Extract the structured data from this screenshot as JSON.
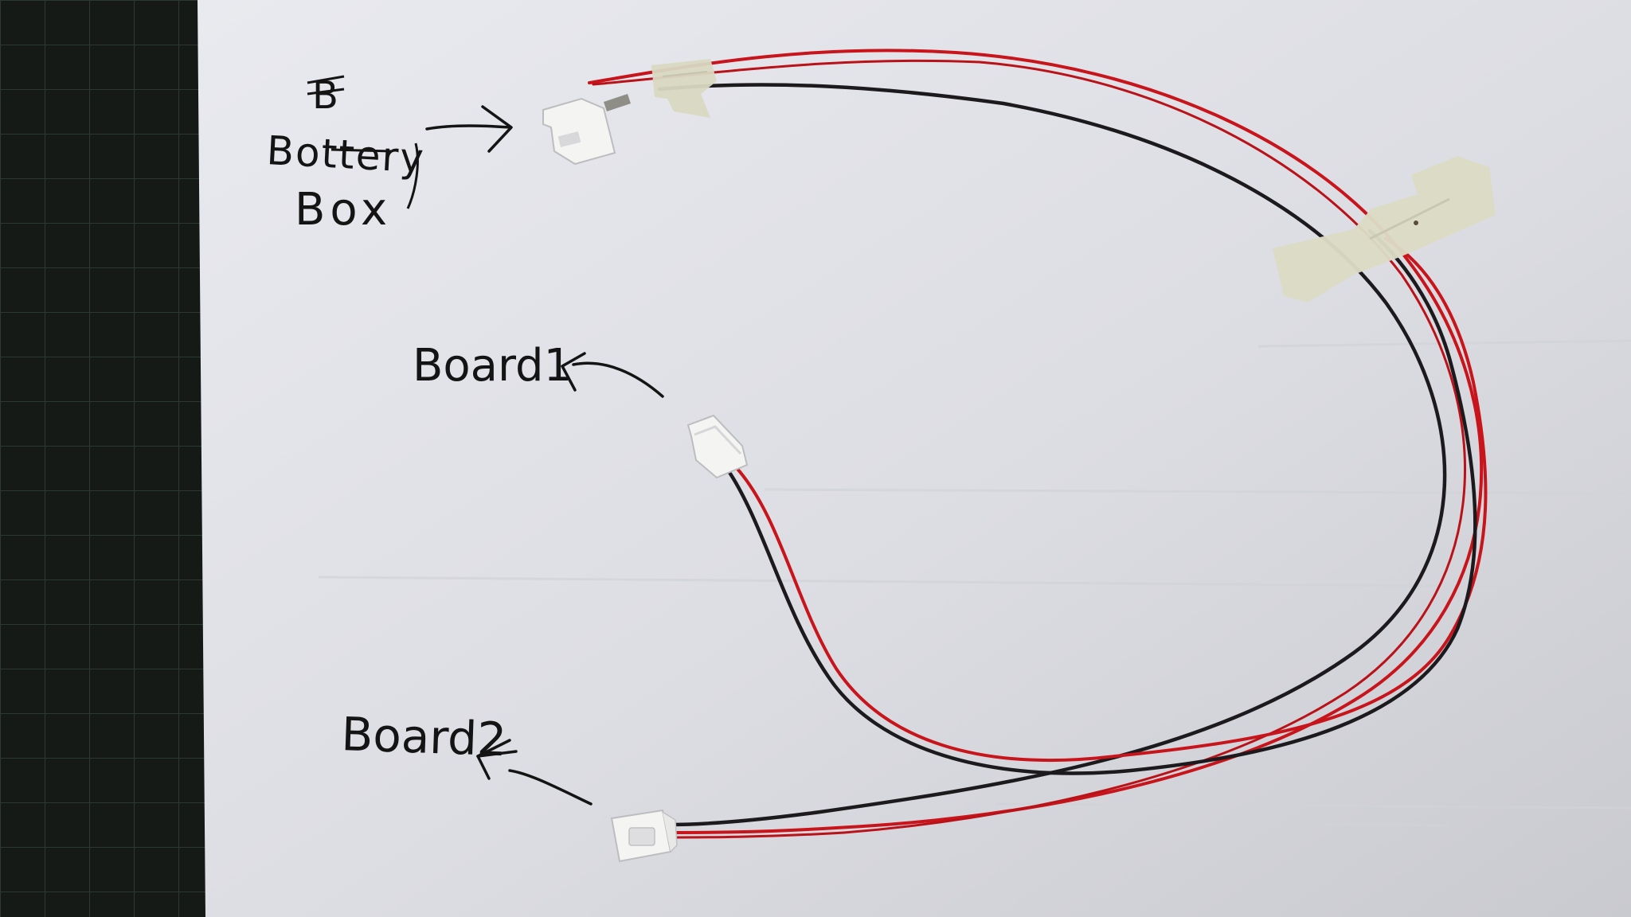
{
  "photo": {
    "labels": {
      "battery_top": "B",
      "battery_line1": "Bottery",
      "battery_line2": "Box",
      "board1": "Board1",
      "board2": "Board2"
    },
    "colors": {
      "mat": "#151a17",
      "mat_grid": "#2c3a33",
      "paper": "#e6e7ec",
      "ink": "#141414",
      "wire_red": "#c8141b",
      "wire_black": "#1c1a1d",
      "connector": "#f2f2f0",
      "tape": "#ddddc6"
    }
  }
}
